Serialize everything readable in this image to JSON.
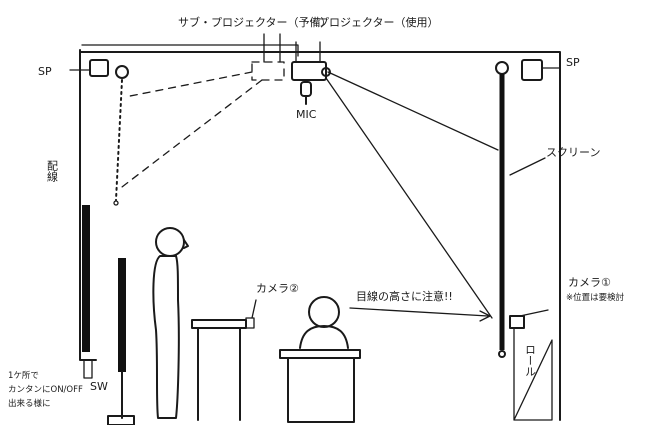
{
  "labels": {
    "sub_projector": "サブ・プロジェクター（予備）",
    "projector": "プロジェクター（使用）",
    "sp_left": "SP",
    "sp_right": "SP",
    "mic": "MIC",
    "wiring": "配線",
    "screen": "スクリーン",
    "camera2": "カメラ②",
    "camera1": "カメラ①",
    "camera1_note": "※位置は要検討",
    "eye_level": "目線の高さに注意!!",
    "sw": "SW",
    "switch_note_1": "1ケ所で",
    "switch_note_2": "カンタンにON/OFF",
    "switch_note_3": "出来る様に",
    "backdrop_vertical": "ロール"
  }
}
